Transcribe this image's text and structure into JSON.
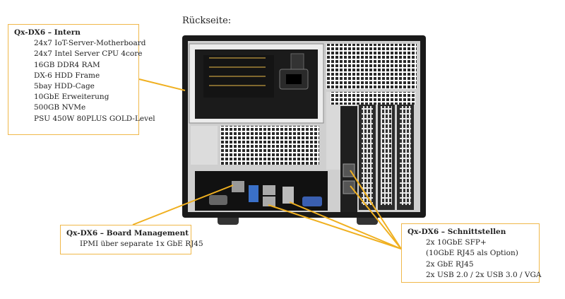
{
  "caption": "Rückseite:",
  "callouts": {
    "intern": {
      "title": "Qx-DX6 – Intern",
      "items": [
        "24x7 IoT-Server-Motherboard",
        "24x7 Intel Server CPU 4core",
        "16GB DDR4 RAM",
        "DX-6 HDD Frame",
        "5bay HDD-Cage",
        "10GbE Erweiterung",
        "500GB NVMe",
        "PSU 450W 80PLUS GOLD-Level"
      ]
    },
    "board": {
      "title": "Qx-DX6 – Board Management",
      "items": [
        "IPMI über separate 1x GbE RJ45"
      ]
    },
    "ports": {
      "title": "Qx-DX6 – Schnittstellen",
      "items": [
        "2x 10GbE SFP+",
        "(10GbE RJ45 als Option)",
        "2x GbE RJ45",
        "2x USB 2.0 / 2x USB 3.0 / VGA"
      ]
    }
  },
  "colors": {
    "callout_border": "#f0b84a",
    "arrow": "#f0b020",
    "chassis": "#1a1a1a"
  }
}
